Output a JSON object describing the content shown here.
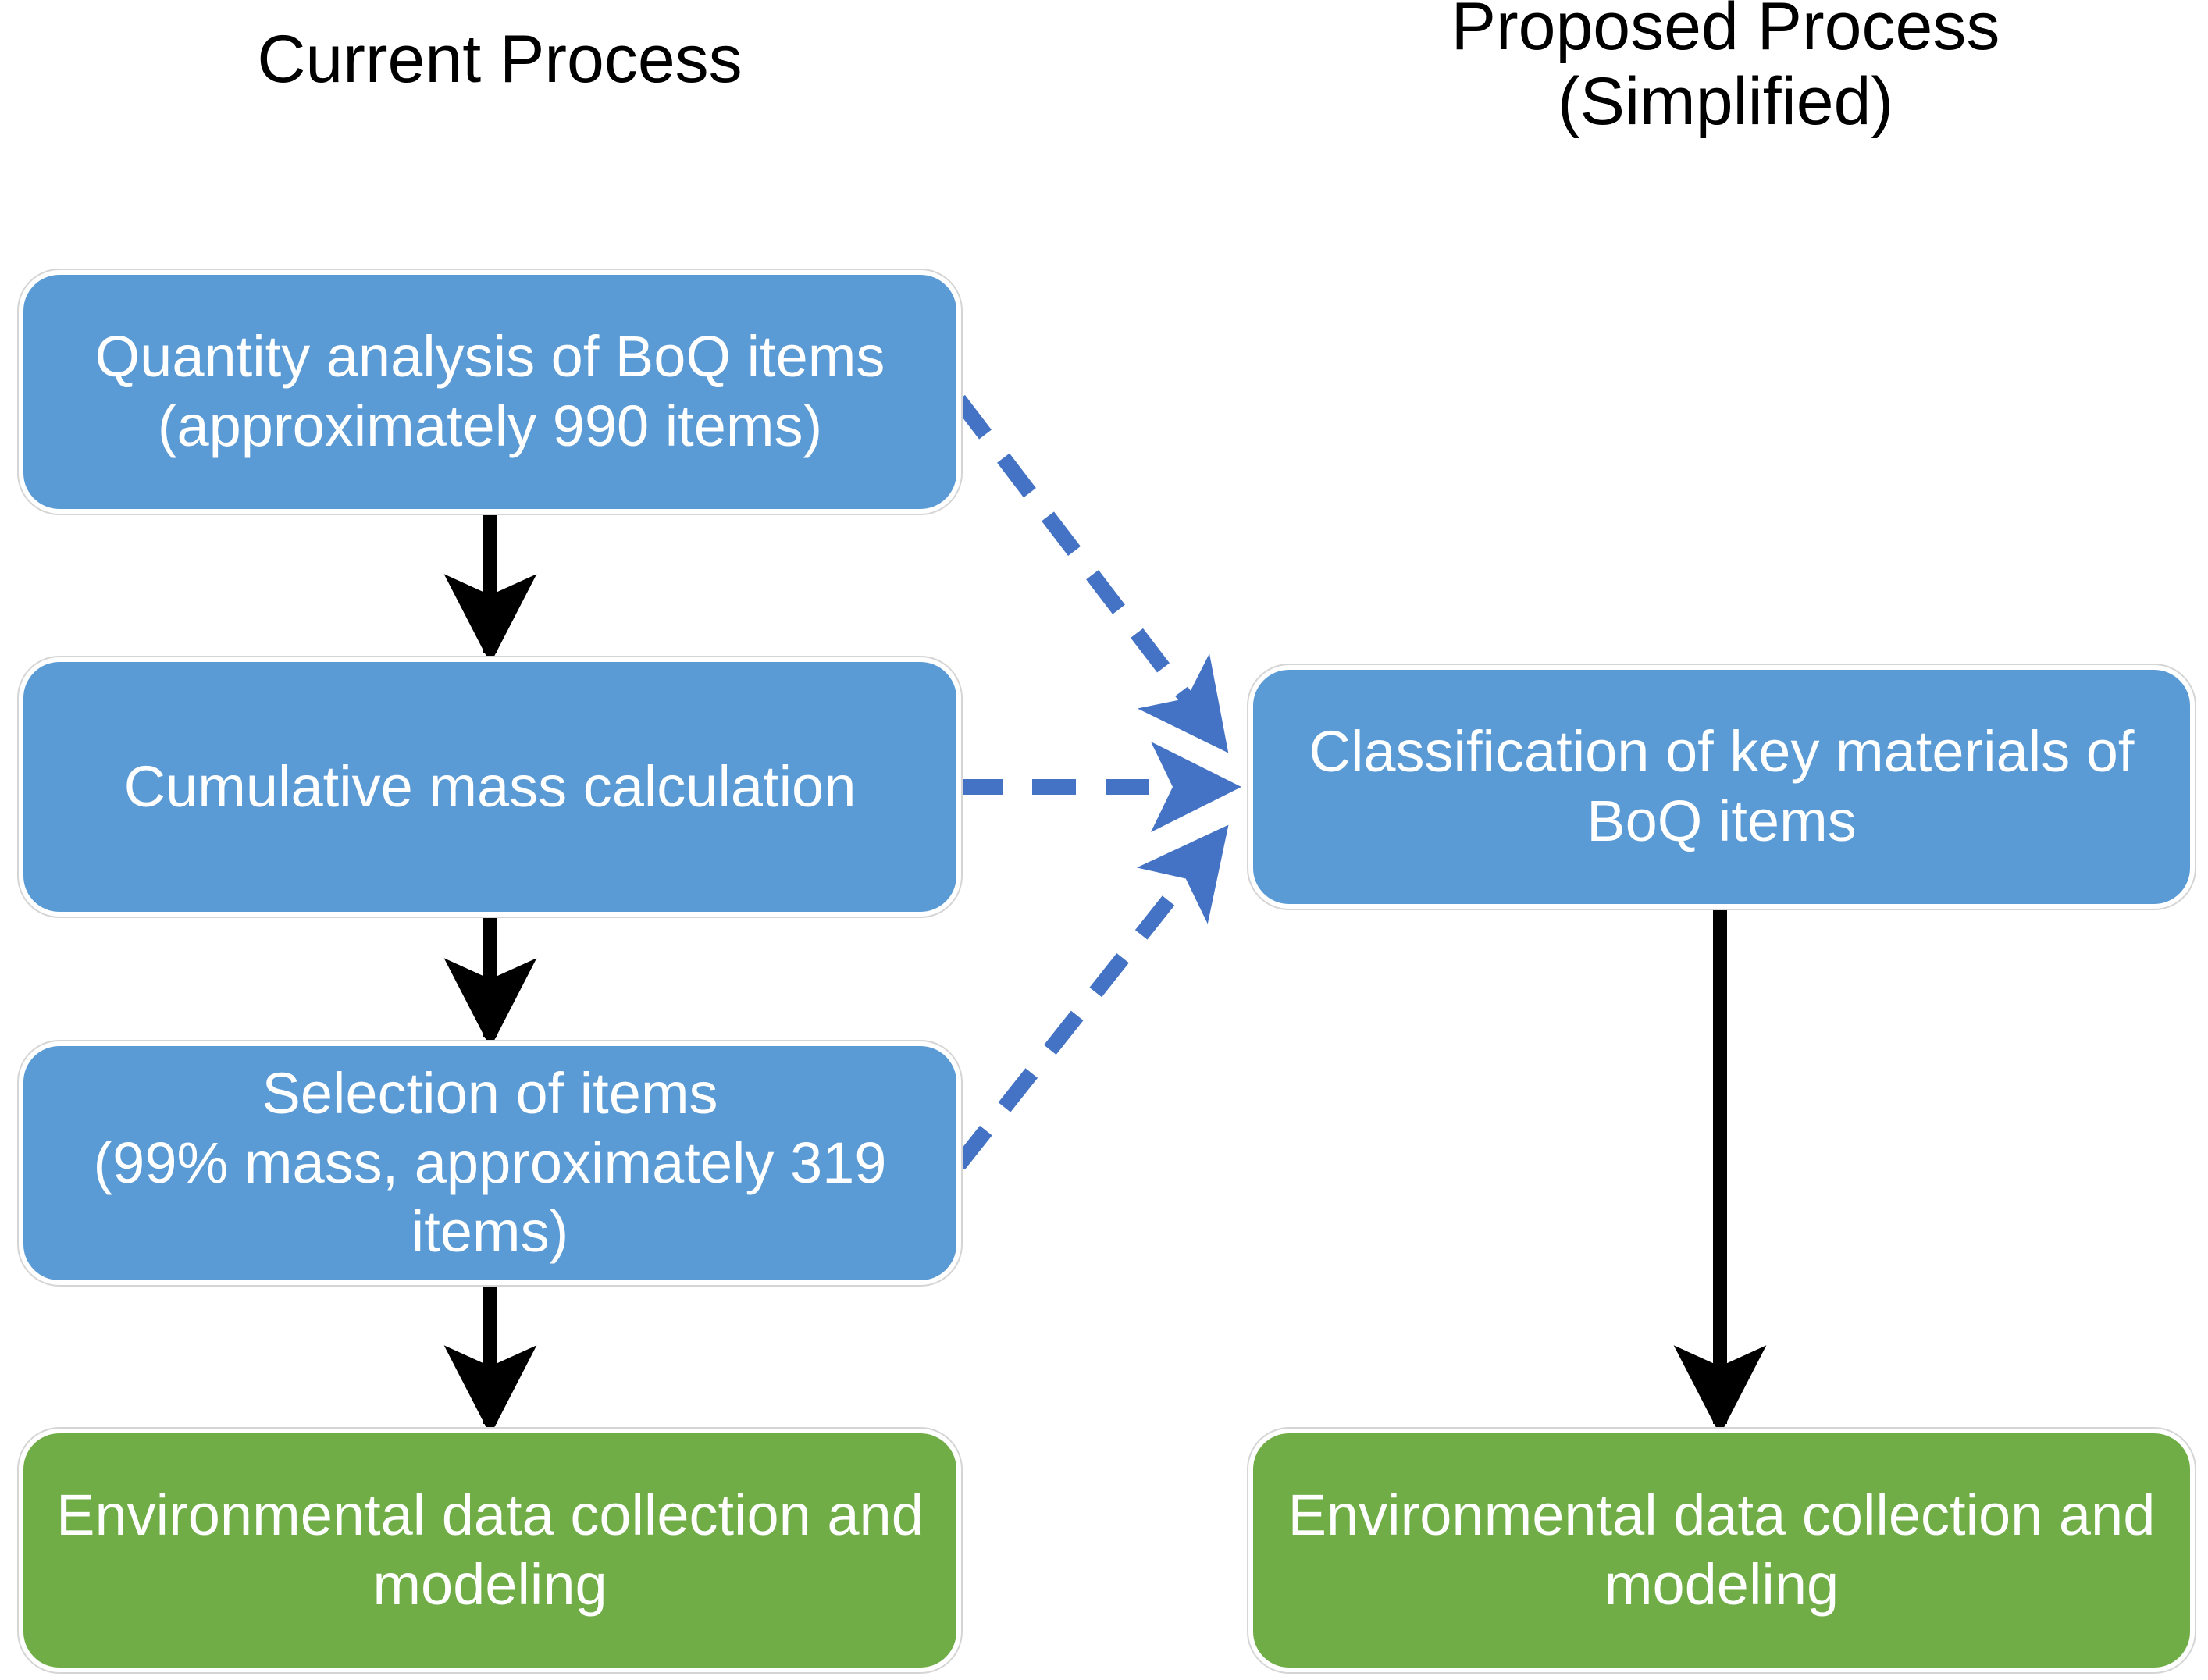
{
  "columns": {
    "left": {
      "title": "Current Process"
    },
    "right": {
      "title": "Proposed Process\n(Simplified)"
    }
  },
  "nodes": {
    "quantity_analysis": {
      "label": "Quantity analysis of BoQ items (approximately 990 items)",
      "color": "#5B9BD5",
      "text_color": "#FFFFFF"
    },
    "cumulative_mass": {
      "label": "Cumulative mass calculation",
      "color": "#5B9BD5",
      "text_color": "#FFFFFF"
    },
    "selection_of_items": {
      "label": "Selection of items\n(99% mass, approximately 319 items)",
      "color": "#5B9BD5",
      "text_color": "#FFFFFF"
    },
    "env_data_left": {
      "label": "Environmental data collection and modeling",
      "color": "#70AD47",
      "text_color": "#FFFFFF"
    },
    "classification": {
      "label": "Classification of key materials of BoQ items",
      "color": "#5B9BD5",
      "text_color": "#FFFFFF"
    },
    "env_data_right": {
      "label": "Environmental data collection and modeling",
      "color": "#70AD47",
      "text_color": "#FFFFFF"
    }
  },
  "connectors": {
    "solid_color": "#000000",
    "dashed_color": "#4472C4",
    "flows": [
      {
        "from": "quantity_analysis",
        "to": "cumulative_mass",
        "style": "solid"
      },
      {
        "from": "cumulative_mass",
        "to": "selection_of_items",
        "style": "solid"
      },
      {
        "from": "selection_of_items",
        "to": "env_data_left",
        "style": "solid"
      },
      {
        "from": "classification",
        "to": "env_data_right",
        "style": "solid"
      },
      {
        "from": "quantity_analysis",
        "to": "classification",
        "style": "dashed"
      },
      {
        "from": "cumulative_mass",
        "to": "classification",
        "style": "dashed"
      },
      {
        "from": "selection_of_items",
        "to": "classification",
        "style": "dashed"
      }
    ]
  },
  "palette": {
    "background": "#FFFFFF",
    "process_blue": "#5B9BD5",
    "outcome_green": "#70AD47",
    "dashed_blue": "#4472C4",
    "solid_black": "#000000",
    "node_outline": "#D5D5D5"
  }
}
